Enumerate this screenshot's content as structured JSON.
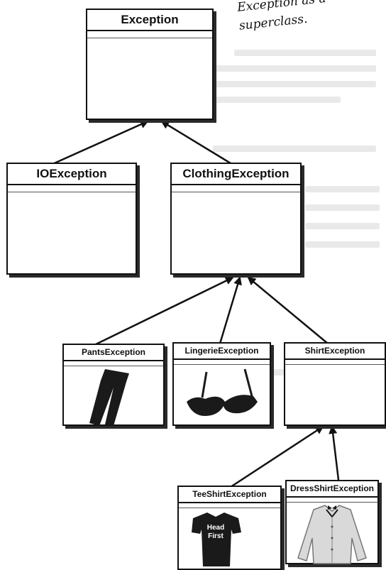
{
  "annotation": {
    "lines": [
      "Exception as a",
      "superclass."
    ]
  },
  "classes": {
    "exception": "Exception",
    "io_exception": "IOException",
    "clothing_exception": "ClothingException",
    "pants_exception": "PantsException",
    "lingerie_exception": "LingerieException",
    "shirt_exception": "ShirtException",
    "tee_shirt_exception": "TeeShirtException",
    "dress_shirt_exception": "DressShirtException"
  },
  "tee_shirt_print": [
    "Head",
    "First"
  ],
  "colors": {
    "ink": "#111111",
    "clothing_dark": "#1a1a1a",
    "shirt_light": "#d9d9d9"
  }
}
